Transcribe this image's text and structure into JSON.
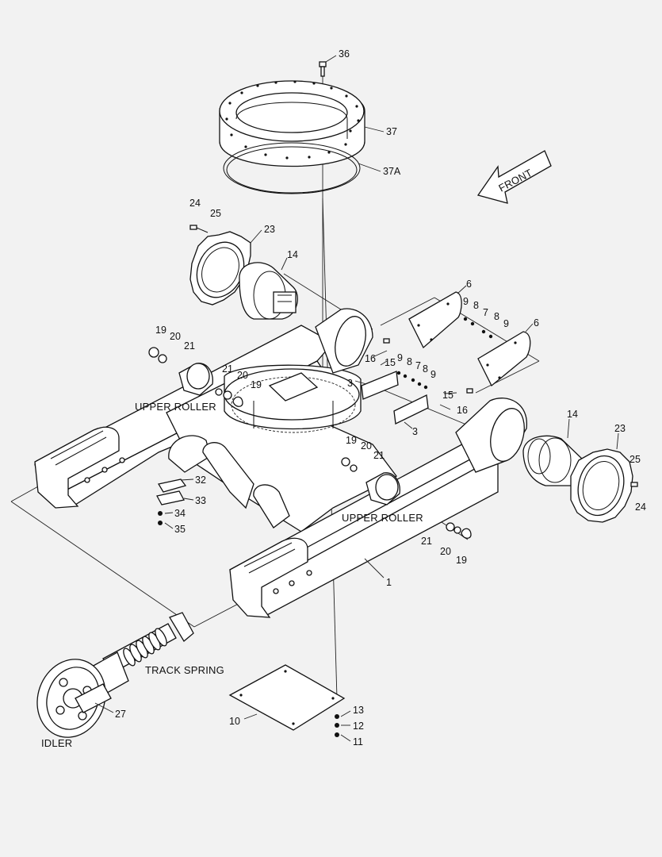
{
  "front_label": "FRONT",
  "captions": {
    "upper_roller_left": "UPPER ROLLER",
    "upper_roller_right": "UPPER ROLLER",
    "track_spring": "TRACK SPRING",
    "idler": "IDLER"
  },
  "part_numbers": [
    "36",
    "37",
    "37A",
    "24",
    "25",
    "23",
    "14",
    "6",
    "9",
    "8",
    "7",
    "8",
    "9",
    "6",
    "19",
    "20",
    "21",
    "16",
    "9",
    "8",
    "7",
    "8",
    "9",
    "15",
    "3",
    "21",
    "20",
    "19",
    "3",
    "16",
    "15",
    "14",
    "23",
    "25",
    "24",
    "32",
    "33",
    "34",
    "35",
    "19",
    "20",
    "21",
    "21",
    "20",
    "19",
    "1",
    "27",
    "13",
    "12",
    "10",
    "11"
  ]
}
